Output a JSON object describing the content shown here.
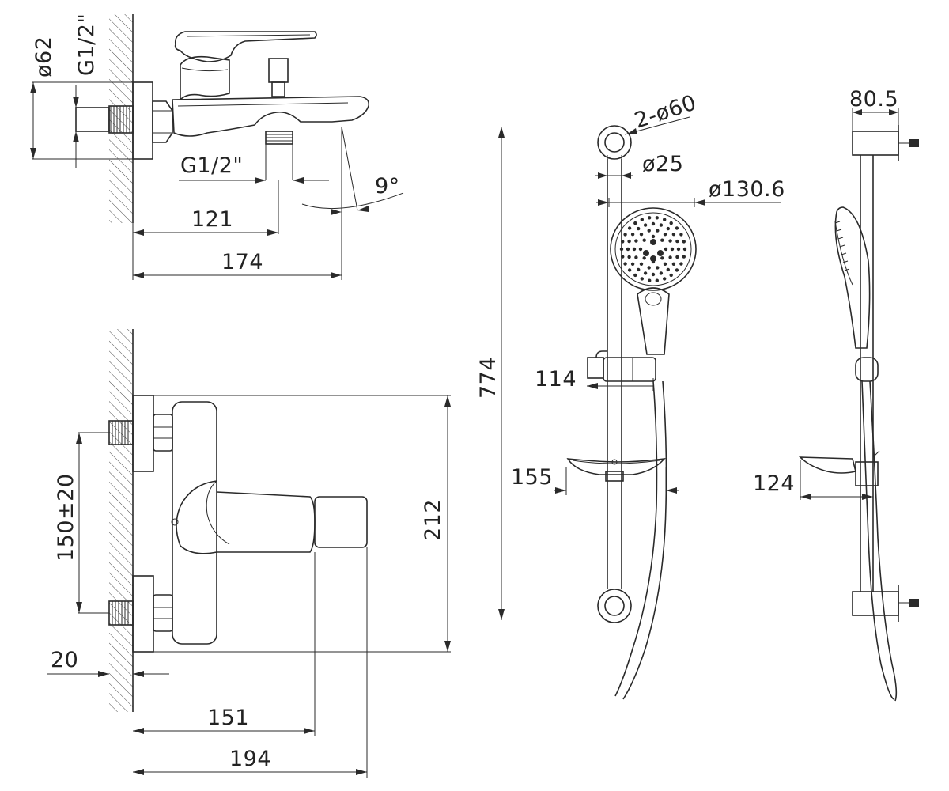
{
  "dimensions": {
    "d62": "ø62",
    "g12_top": "G1/2\"",
    "g12_outlet": "G1/2\"",
    "angle_9": "9°",
    "w121": "121",
    "w174": "174",
    "c150": "150±20",
    "h212": "212",
    "wall20": "20",
    "w151": "151",
    "w194": "194",
    "h774": "774",
    "ring_2d60": "2-ø60",
    "d25": "ø25",
    "d130_6": "ø130.6",
    "h114": "114",
    "w155": "155",
    "w80_5": "80.5",
    "w124": "124"
  }
}
